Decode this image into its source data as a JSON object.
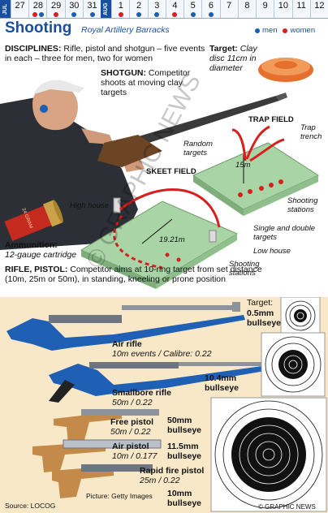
{
  "calendar": {
    "month_jul": "JUL",
    "month_aug": "AUG",
    "days": [
      {
        "d": "27",
        "marks": []
      },
      {
        "d": "28",
        "marks": [
          "red",
          "blue"
        ]
      },
      {
        "d": "29",
        "marks": [
          "red"
        ]
      },
      {
        "d": "30",
        "marks": [
          "blue"
        ]
      },
      {
        "d": "31",
        "marks": [
          "blue"
        ]
      },
      {
        "d": "1",
        "marks": [
          "red"
        ]
      },
      {
        "d": "2",
        "marks": [
          "blue"
        ]
      },
      {
        "d": "3",
        "marks": [
          "blue"
        ]
      },
      {
        "d": "4",
        "marks": [
          "red"
        ]
      },
      {
        "d": "5",
        "marks": [
          "blue"
        ]
      },
      {
        "d": "6",
        "marks": [
          "blue"
        ]
      },
      {
        "d": "7",
        "marks": []
      },
      {
        "d": "8",
        "marks": []
      },
      {
        "d": "9",
        "marks": []
      },
      {
        "d": "10",
        "marks": []
      },
      {
        "d": "11",
        "marks": []
      },
      {
        "d": "12",
        "marks": []
      }
    ]
  },
  "header": {
    "title": "Shooting",
    "venue": "Royal Artillery Barracks",
    "legend_men": "men",
    "legend_women": "women"
  },
  "intro": {
    "disciplines_label": "DISCIPLINES:",
    "disciplines_text": "Rifle, pistol and shotgun – five events in each – three for men, two for women",
    "shotgun_label": "SHOTGUN:",
    "shotgun_text": "Competitor shoots at moving clay targets",
    "target_label": "Target:",
    "target_text": "Clay disc 11cm in diameter"
  },
  "fields": {
    "trap_title": "TRAP FIELD",
    "skeet_title": "SKEET FIELD",
    "random_targets": "Random targets",
    "trap_trench": "Trap trench",
    "trap_distance": "15m",
    "shooting_stations_1": "Shooting stations",
    "high_house": "High house",
    "skeet_distance": "19.21m",
    "single_double": "Single and double targets",
    "low_house": "Low house",
    "shooting_stations_2": "Shooting stations"
  },
  "ammo": {
    "label": "Ammunition:",
    "text": "12-gauge cartridge",
    "cartridge_print": "24 GRAM"
  },
  "rifle_pistol": {
    "label": "RIFLE, PISTOL:",
    "text": "Competitor aims at 10-ring target from set distance (10m, 25m or 50m), in standing, kneeling or prone position"
  },
  "guns": {
    "air_rifle": "Air rifle",
    "air_rifle_detail": "10m events / Calibre: 0.22",
    "smallbore_rifle": "Smallbore rifle",
    "smallbore_detail": "50m / 0.22",
    "free_pistol": "Free pistol",
    "free_pistol_detail": "50m / 0.22",
    "air_pistol": "Air pistol",
    "air_pistol_detail": "10m / 0.177",
    "rapid_fire": "Rapid fire pistol",
    "rapid_fire_detail": "25m / 0.22"
  },
  "targets": {
    "target_label": "Target:",
    "t1": "0.5mm bullseye",
    "t2": "10.4mm bullseye",
    "t3": "50mm bullseye",
    "t4": "11.5mm bullseye",
    "t5": "10mm bullseye"
  },
  "footer": {
    "source": "Source: LOCOG",
    "photo": "Picture: Getty Images",
    "copyright": "© GRAPHIC NEWS",
    "watermark": "© GRAPHIC NEWS"
  },
  "colors": {
    "blue": "#1a4f9c",
    "red": "#d62020",
    "field_green": "#a9d4a6",
    "beige": "#f8e8c8"
  }
}
